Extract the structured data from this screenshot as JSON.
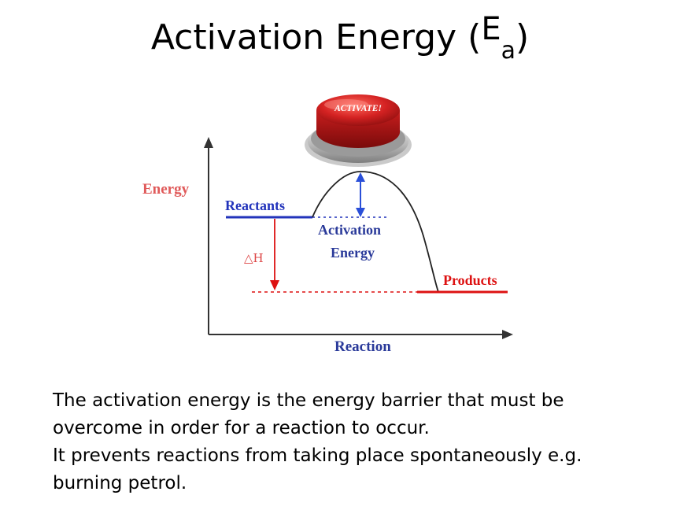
{
  "slide": {
    "title_main": "Activation Energy (",
    "title_symbol": "E",
    "title_subscript": "a",
    "title_close": ")",
    "paragraph_1": "The activation energy is the energy barrier that must be overcome in order for a reaction to occur.",
    "paragraph_2": "It prevents reactions from taking place spontaneously e.g. burning petrol."
  },
  "diagram": {
    "y_axis_label": "Energy",
    "x_axis_label": "Reaction",
    "reactants_label": "Reactants",
    "products_label": "Products",
    "activation_label_line1": "Activation",
    "activation_label_line2": "Energy",
    "delta_h_label": "△H",
    "button_label": "ACTIVATE!",
    "colors": {
      "axis_label": "#e05a5a",
      "reactants": "#2233bb",
      "products": "#dd1111",
      "arrow_activation": "#2a4fd8",
      "arrow_delta_h": "#dd1111",
      "button_red": "#d42222"
    }
  }
}
